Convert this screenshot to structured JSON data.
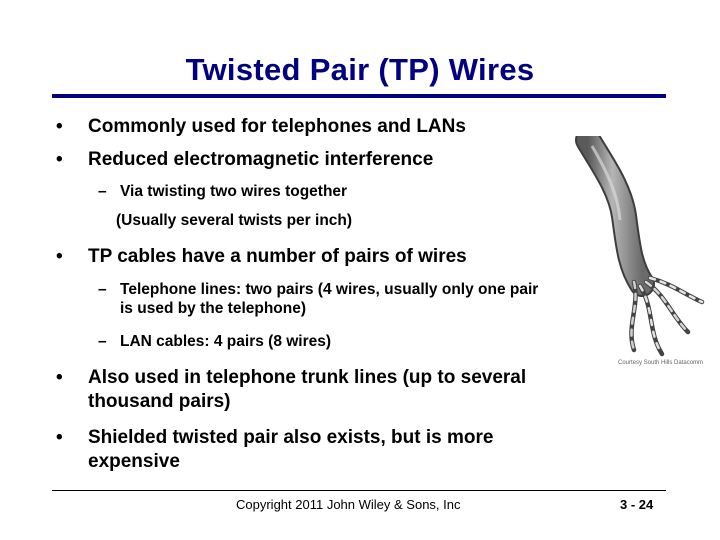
{
  "slide": {
    "title": "Twisted Pair (TP) Wires",
    "bullet_glyph": "•",
    "dash_glyph": "–",
    "bullets": [
      {
        "text": "Commonly used for telephones and LANs"
      },
      {
        "text": "Reduced electromagnetic interference"
      },
      {
        "text": "TP cables have a number of pairs of wires"
      },
      {
        "line1": "Also used in telephone trunk lines (up to several",
        "line2": "thousand pairs)"
      },
      {
        "line1": "Shielded twisted pair also exists, but is more",
        "line2": "expensive"
      }
    ],
    "sub_bullets": [
      {
        "text": "Via twisting two wires together"
      },
      {
        "text": "(Usually several twists per inch)"
      },
      {
        "line1": "Telephone lines: two pairs (4 wires, usually only one pair",
        "line2": "is used by the telephone)"
      },
      {
        "text": "LAN cables: 4 pairs (8 wires)"
      }
    ],
    "photo_credit": "Courtesy South Hills Datacomm"
  },
  "footer": {
    "copyright": "Copyright 2011 John Wiley & Sons, Inc",
    "page_number": "3 - 24"
  }
}
